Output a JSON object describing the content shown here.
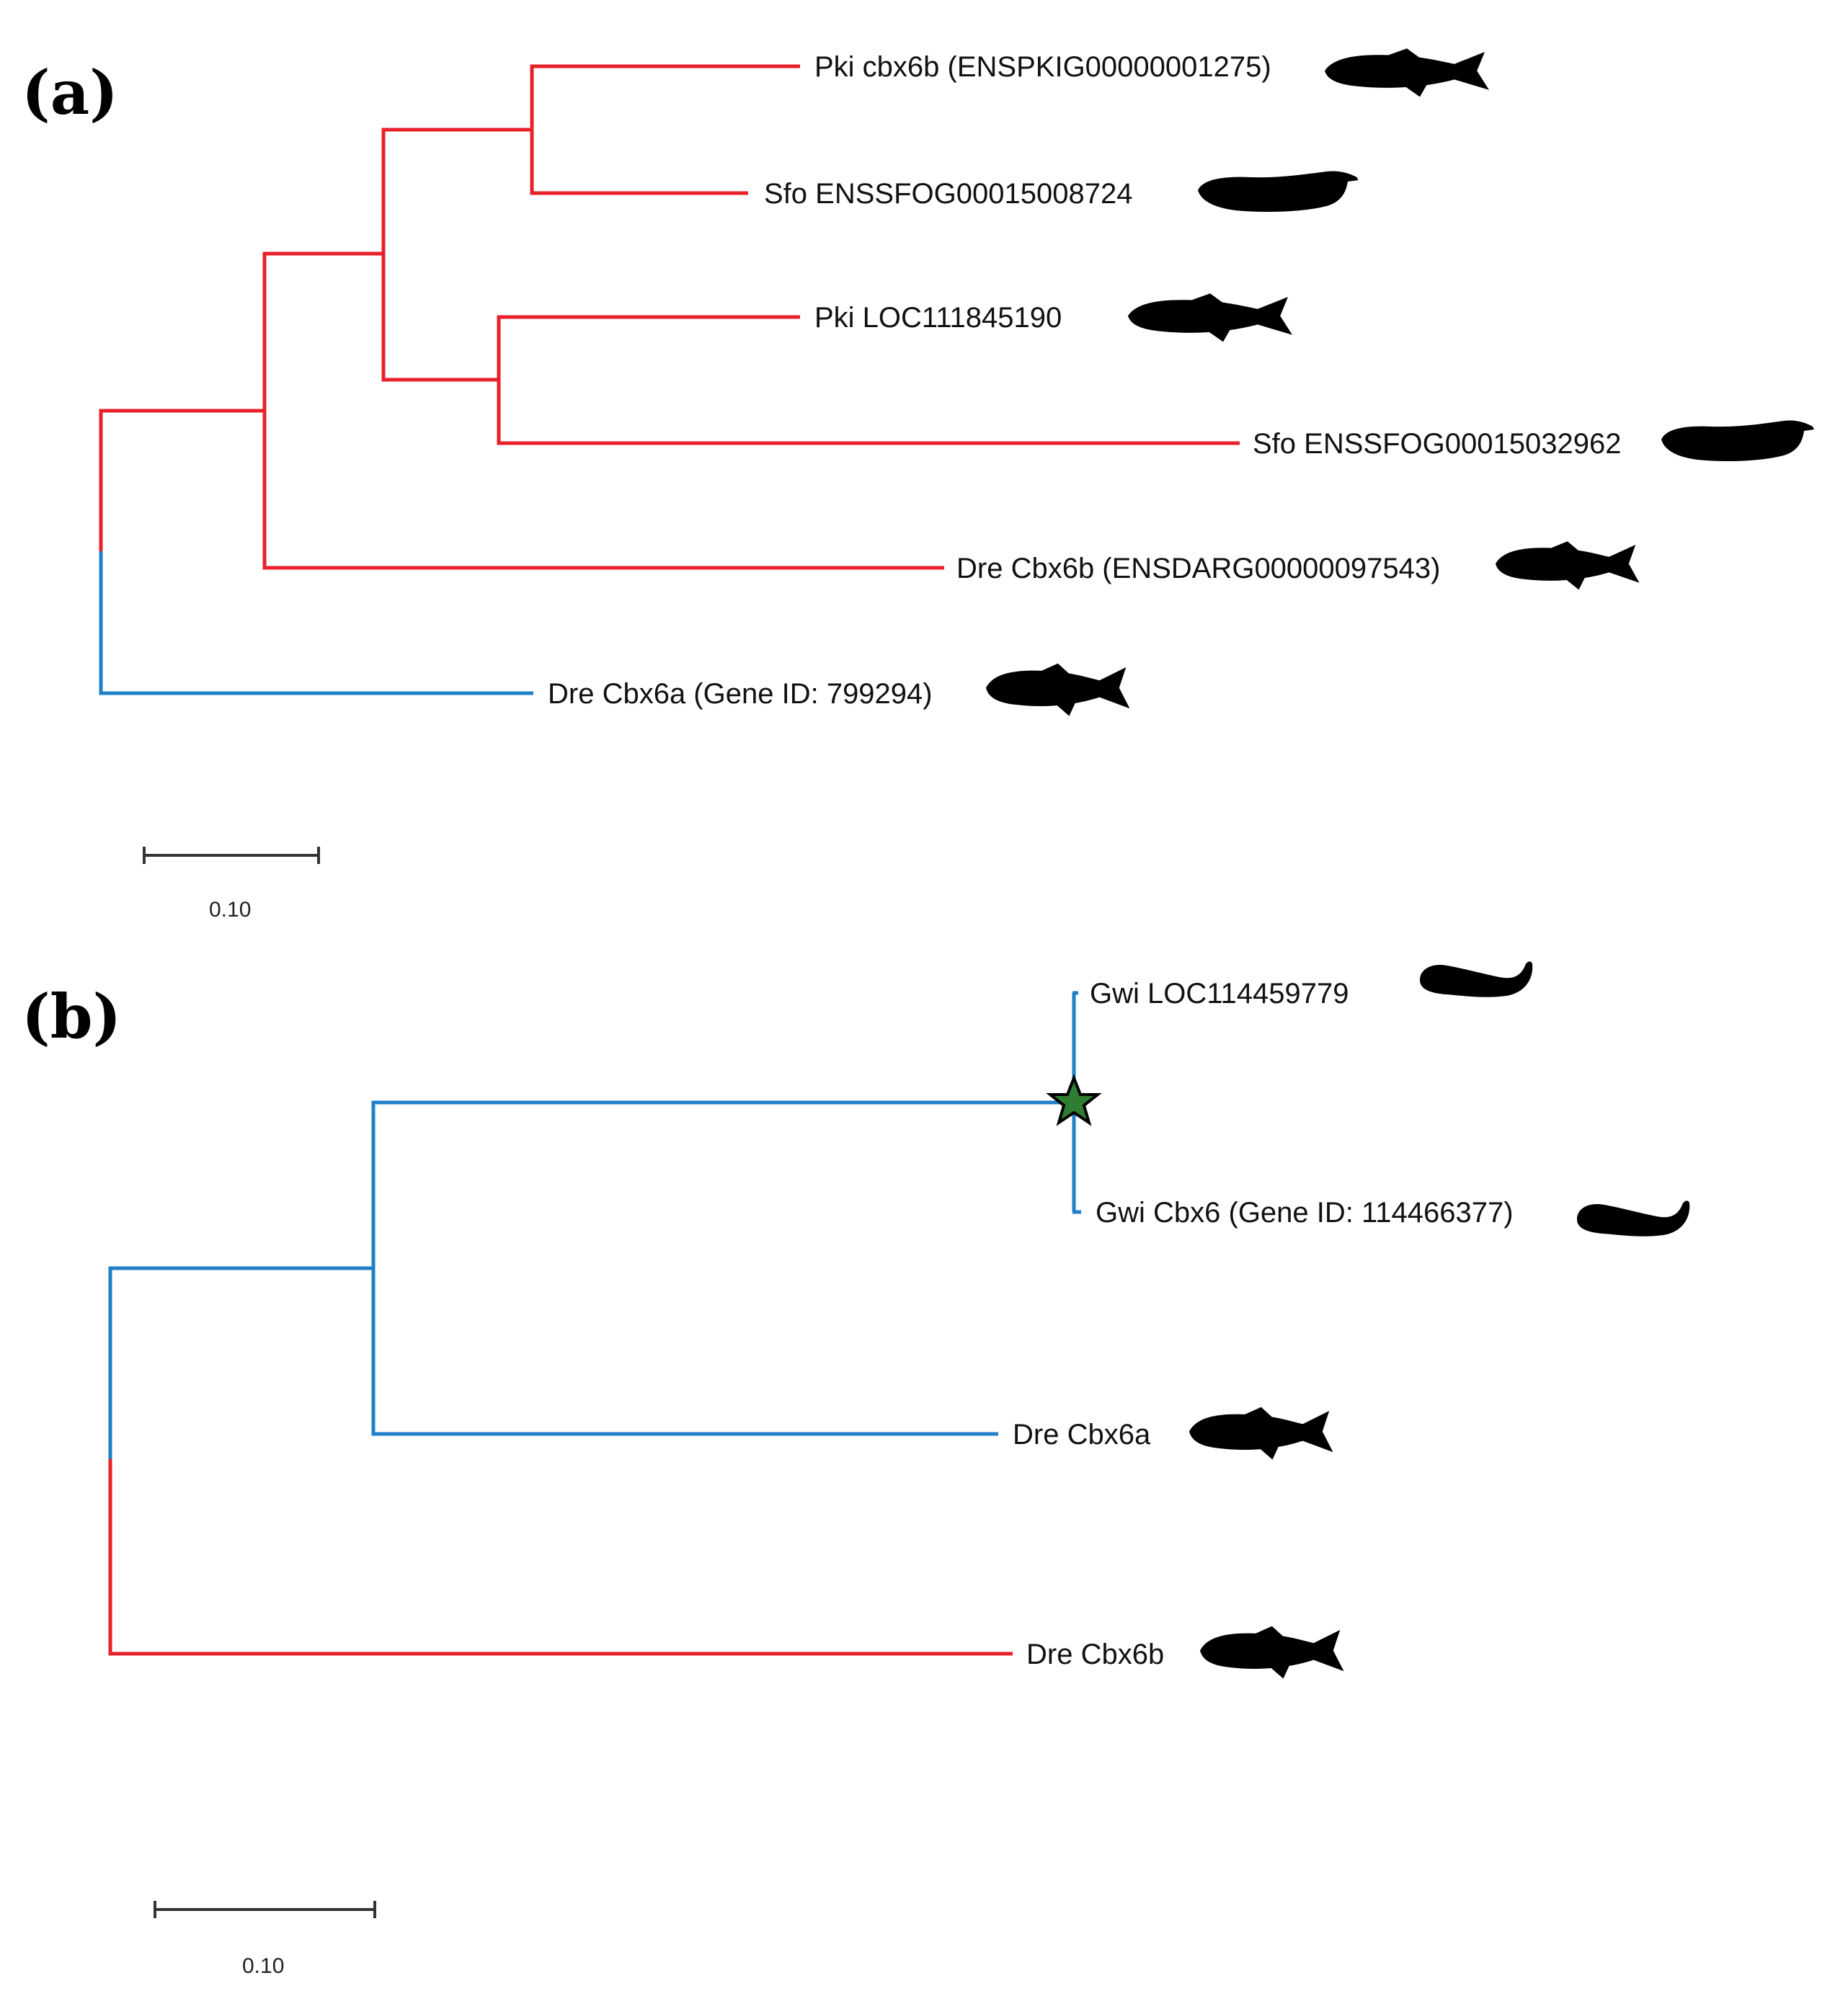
{
  "colors": {
    "red_clade": "#e8202a",
    "blue_clade": "#1f7fc8",
    "duplication_star": "#2e7d32",
    "silhouette": "#000000"
  },
  "panels": [
    {
      "id": "a",
      "label": "(a)",
      "scale_bar": "0.10",
      "taxa": [
        {
          "label": "Pki cbx6b (ENSPKIG00000001275)",
          "icon": "fish-pike-icon"
        },
        {
          "label": "Sfo ENSSFOG00015008724",
          "icon": "fish-arowana-icon"
        },
        {
          "label": "Pki LOC111845190",
          "icon": "fish-pike-icon"
        },
        {
          "label": "Sfo ENSSFOG00015032962",
          "icon": "fish-arowana-icon"
        },
        {
          "label": "Dre Cbx6b (ENSDARG00000097543)",
          "icon": "fish-zebrafish-icon"
        },
        {
          "label": "Dre Cbx6a (Gene ID: 799294)",
          "icon": "fish-zebrafish-icon"
        }
      ]
    },
    {
      "id": "b",
      "label": "(b)",
      "scale_bar": "0.10",
      "duplication_marker": "star-icon",
      "taxa": [
        {
          "label": "Gwi LOC114459779",
          "icon": "goby-icon"
        },
        {
          "label": "Gwi Cbx6 (Gene ID: 114466377)",
          "icon": "goby-icon"
        },
        {
          "label": "Dre Cbx6a",
          "icon": "fish-zebrafish-icon"
        },
        {
          "label": "Dre Cbx6b",
          "icon": "fish-zebrafish-icon"
        }
      ]
    }
  ]
}
